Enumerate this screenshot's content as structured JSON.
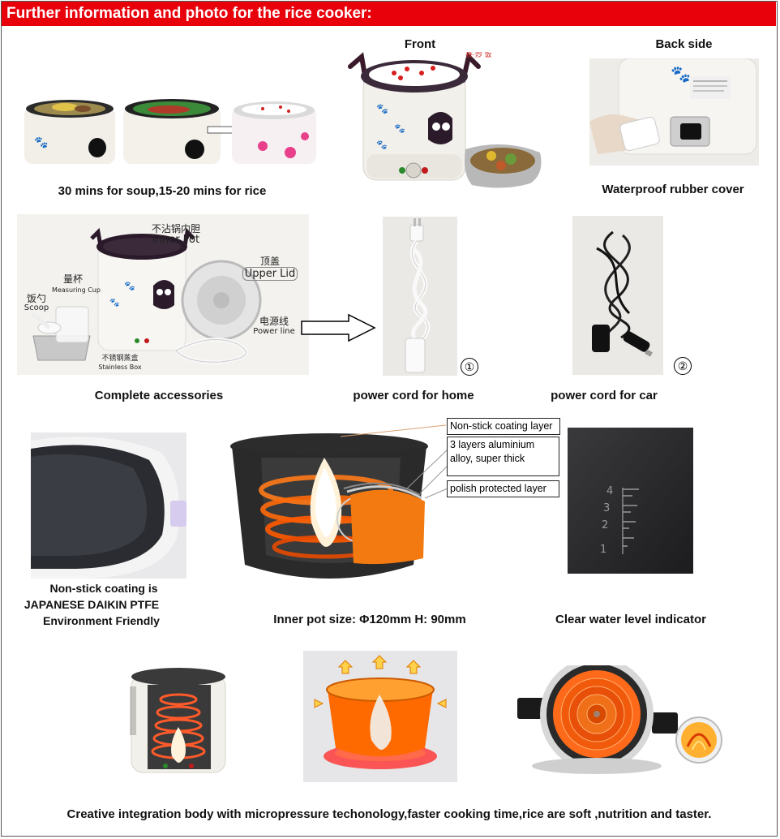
{
  "header": {
    "title": "Further information and photo for the rice cooker:"
  },
  "row1": {
    "front_label": "Front",
    "back_label": "Back side",
    "cooking_caption": "30 mins for soup,15-20 mins for rice",
    "cover_caption": "Waterproof rubber cover"
  },
  "row2": {
    "accessories_caption": "Complete accessories",
    "home_cord_caption": "power cord for home",
    "car_cord_caption": "power cord for car",
    "home_cord_number": "①",
    "car_cord_number": "②",
    "parts": {
      "inner_pot_cn": "不沾锅内胆",
      "inner_pot_en": "Inner Pot",
      "upper_lid_cn": "顶盖",
      "upper_lid_en": "Upper Lid",
      "measuring_cup_cn": "量杯",
      "measuring_cup_en": "Measuring Cup",
      "scoop_cn": "饭勺",
      "scoop_en": "Scoop",
      "power_line_cn": "电源线",
      "power_line_en": "Power line",
      "stainless_box_cn": "不锈钢蒸盒",
      "stainless_box_en": "Stainless Box"
    }
  },
  "row3": {
    "coating_line1": "Non-stick coating is",
    "coating_line2": "JAPANESE DAIKIN  PTFE",
    "coating_line3": "Environment Friendly",
    "pot_size_caption": "Inner pot size: Φ120mm  H: 90mm",
    "water_level_caption": "Clear water level indicator",
    "layers": {
      "layer1": "Non-stick coating layer",
      "layer2a": "3 layers aluminium",
      "layer2b": "alloy, super thick",
      "layer3": "polish protected layer"
    },
    "scale_marks": [
      "4",
      "3",
      "2",
      "1"
    ]
  },
  "footer": {
    "caption": "Creative integration body with micropressure techonology,faster cooking time,rice are soft ,nutrition and taster."
  },
  "colors": {
    "banner": "#e8000b",
    "banner_text": "#ffffff"
  }
}
